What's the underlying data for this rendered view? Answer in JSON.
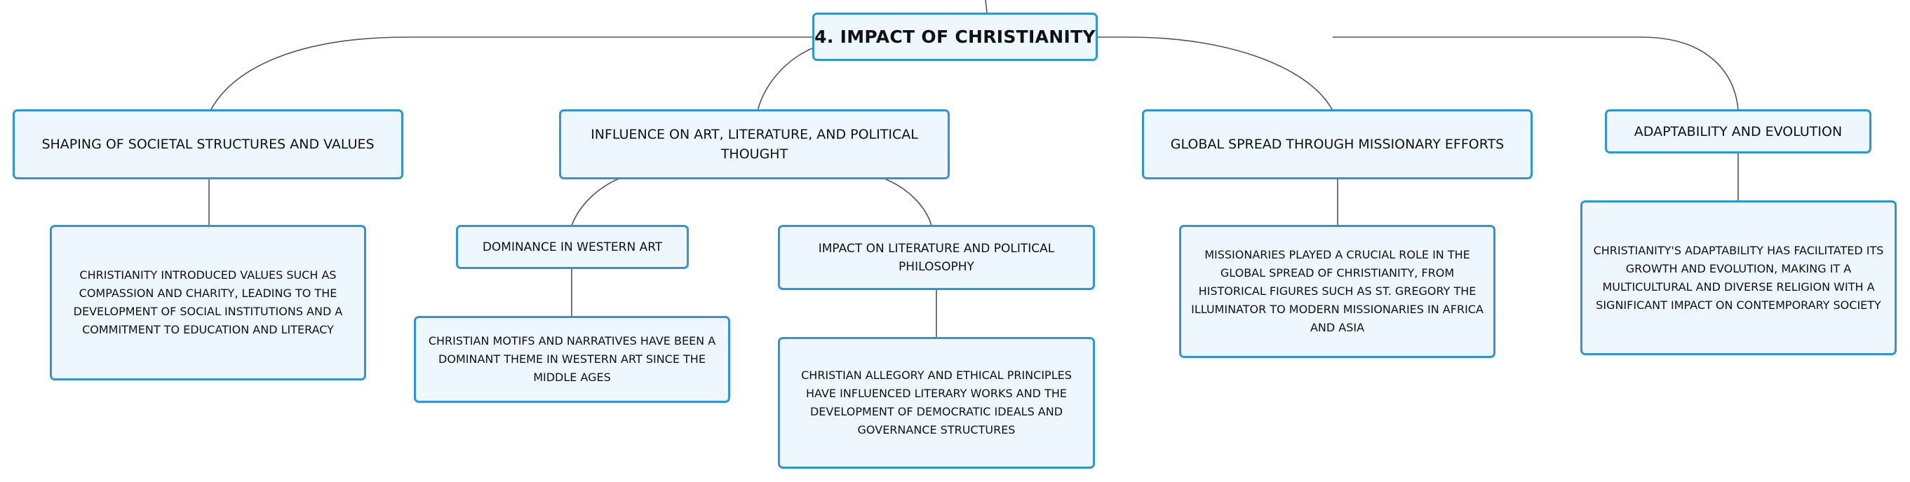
{
  "root": {
    "label": "4. IMPACT OF CHRISTIANITY"
  },
  "branches": [
    {
      "label": "SHAPING OF SOCIETAL STRUCTURES AND VALUES",
      "detail": "CHRISTIANITY INTRODUCED VALUES SUCH AS COMPASSION AND CHARITY, LEADING TO THE DEVELOPMENT OF SOCIAL INSTITUTIONS AND A COMMITMENT TO EDUCATION AND LITERACY"
    },
    {
      "label": "INFLUENCE ON ART, LITERATURE, AND POLITICAL THOUGHT",
      "children": [
        {
          "label": "DOMINANCE IN WESTERN ART",
          "detail": "CHRISTIAN MOTIFS AND NARRATIVES HAVE BEEN A DOMINANT THEME IN WESTERN ART SINCE THE MIDDLE AGES"
        },
        {
          "label": "IMPACT ON LITERATURE AND POLITICAL PHILOSOPHY",
          "detail": "CHRISTIAN ALLEGORY AND ETHICAL PRINCIPLES HAVE INFLUENCED LITERARY WORKS AND THE DEVELOPMENT OF DEMOCRATIC IDEALS AND GOVERNANCE STRUCTURES"
        }
      ]
    },
    {
      "label": "GLOBAL SPREAD THROUGH MISSIONARY EFFORTS",
      "detail": "MISSIONARIES PLAYED A CRUCIAL ROLE IN THE GLOBAL SPREAD OF CHRISTIANITY, FROM HISTORICAL FIGURES SUCH AS ST. GREGORY THE ILLUMINATOR TO MODERN MISSIONARIES IN AFRICA AND ASIA"
    },
    {
      "label": "ADAPTABILITY AND EVOLUTION",
      "detail": "CHRISTIANITY'S ADAPTABILITY HAS FACILITATED ITS GROWTH AND EVOLUTION, MAKING IT A MULTICULTURAL AND DIVERSE RELIGION WITH A SIGNIFICANT IMPACT ON CONTEMPORARY SOCIETY"
    }
  ],
  "colors": {
    "node_fill": "#eef7fe",
    "node_border": "#2f95d6",
    "connector": "#555555",
    "text": "#111111"
  }
}
